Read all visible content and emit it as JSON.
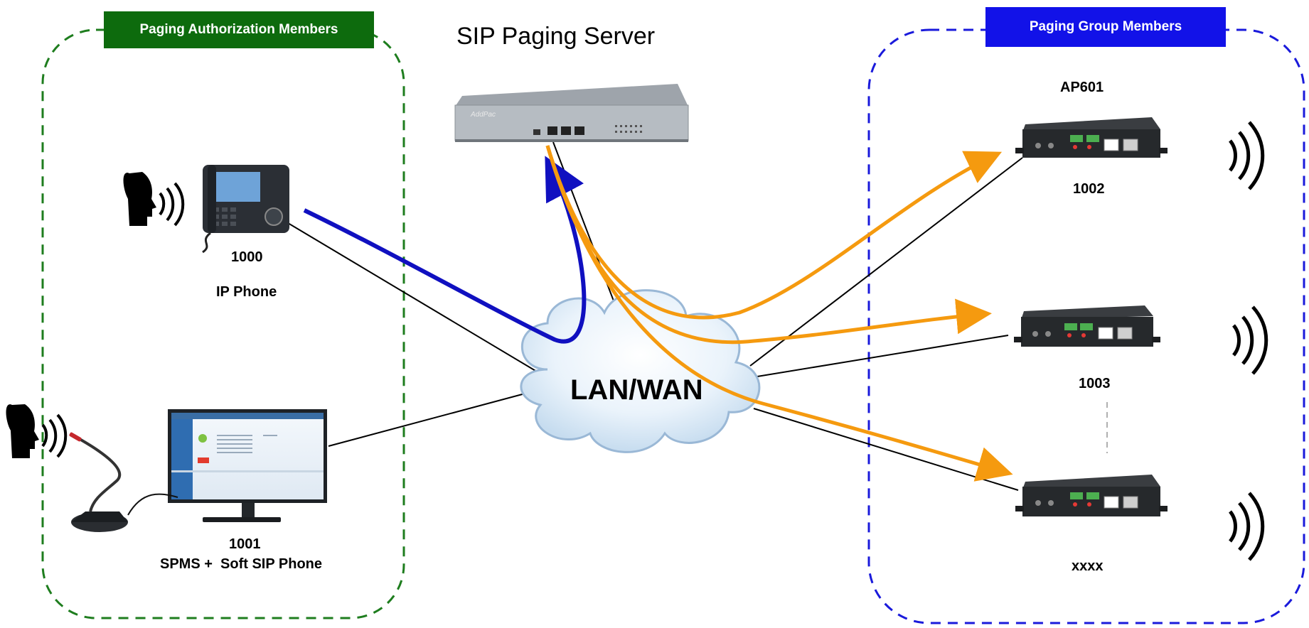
{
  "groups": {
    "auth_header": "Paging Authorization Members",
    "paging_header": "Paging Group Members"
  },
  "server": {
    "title": "SIP Paging Server",
    "brand": "AddPac"
  },
  "network": {
    "label": "LAN/WAN"
  },
  "auth_devices": {
    "ip_phone": {
      "ext": "1000",
      "name": "IP Phone"
    },
    "soft_phone": {
      "ext": "1001",
      "name": "SPMS +  Soft SIP Phone"
    }
  },
  "paging_devices": {
    "model": "AP601",
    "items": [
      {
        "ext": "1002"
      },
      {
        "ext": "1003"
      },
      {
        "ext": "xxxx"
      }
    ]
  },
  "colors": {
    "auth_border": "#1e7d1e",
    "auth_header_bg": "#0d6b0d",
    "paging_border": "#1a1adb",
    "paging_header_bg": "#1212e8",
    "request_arrow": "#1010c0",
    "page_arrow": "#f59a0f",
    "link_line": "#000000"
  }
}
